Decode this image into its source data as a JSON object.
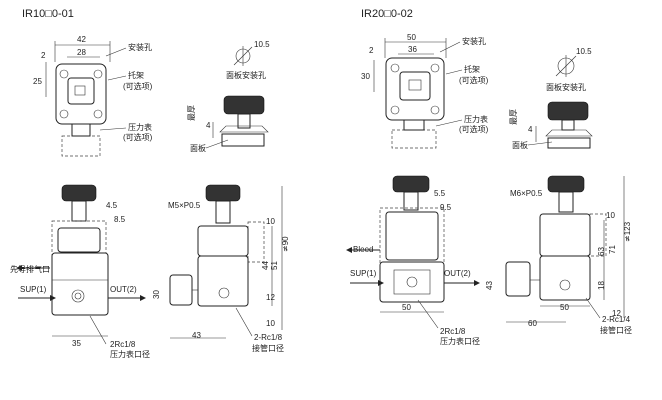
{
  "left": {
    "title": "IR10□0-01",
    "dims": {
      "w42": "42",
      "w28": "28",
      "d2": "2",
      "h25": "25",
      "d10_5": "10.5",
      "th4": "4",
      "d4_5": "4.5",
      "d8_5": "8.5",
      "m5": "M5×P0.5",
      "d30": "30",
      "w35": "35",
      "w43": "43",
      "h10a": "10",
      "h44": "44",
      "h51": "51",
      "h90": "≄90",
      "h12": "12",
      "h10b": "10"
    },
    "labels": {
      "mount_hole": "安装孔",
      "bracket": "托架",
      "bracket_opt": "(可选项)",
      "gauge": "压力表",
      "gauge_opt": "(可选项)",
      "panel_hole": "面板安装孔",
      "max_thickness": "最厚",
      "panel": "面板",
      "exhaust": "先导排气口",
      "sup": "SUP(1)",
      "out": "OUT(2)",
      "rc_gauge": "2Rc1/8",
      "rc_gauge_cn": "压力表口径",
      "rc_pipe": "2-Rc1/8",
      "rc_pipe_cn": "接管口径"
    }
  },
  "right": {
    "title": "IR20□0-02",
    "dims": {
      "w50": "50",
      "w36": "36",
      "d2": "2",
      "h30": "30",
      "d10_5": "10.5",
      "th4": "4",
      "d5_5": "5.5",
      "d9_5": "9.5",
      "m6": "M6×P0.5",
      "d43": "43",
      "w50b": "50",
      "w60": "60",
      "w50c": "50",
      "h10": "10",
      "h63": "63",
      "h71": "71",
      "h123": "≄123",
      "h18": "18",
      "h12": "12"
    },
    "labels": {
      "mount_hole": "安装孔",
      "bracket": "托架",
      "bracket_opt": "(可选项)",
      "gauge": "压力表",
      "gauge_opt": "(可选项)",
      "panel_hole": "面板安装孔",
      "max_thickness": "最厚",
      "panel": "面板",
      "bleed": "Bleed",
      "sup": "SUP(1)",
      "out": "OUT(2)",
      "rc_gauge": "2Rc1/8",
      "rc_gauge_cn": "压力表口径",
      "rc_pipe": "2-Rc1/4",
      "rc_pipe_cn": "接管口径"
    }
  }
}
